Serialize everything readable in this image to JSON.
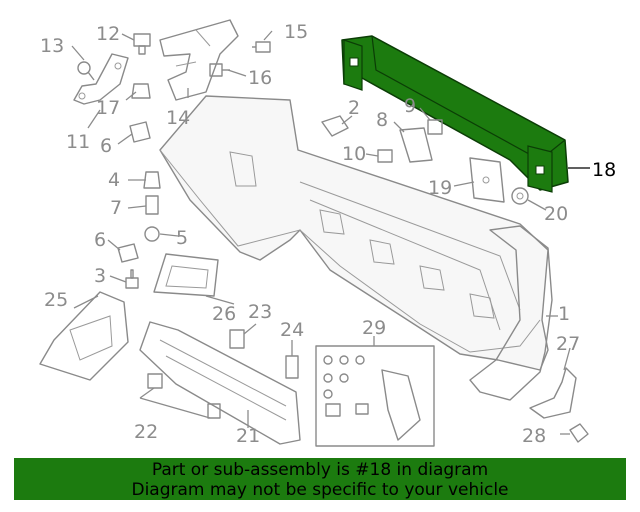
{
  "colors": {
    "highlight": "#1c7b0f",
    "banner": "#1c7b0f",
    "lines": "#8a8a8a",
    "highlight_label": "#000000"
  },
  "callouts": {
    "c1": "1",
    "c2": "2",
    "c3": "3",
    "c4": "4",
    "c5": "5",
    "c6a": "6",
    "c6b": "6",
    "c7": "7",
    "c8": "8",
    "c9": "9",
    "c10": "10",
    "c11": "11",
    "c12": "12",
    "c13": "13",
    "c14": "14",
    "c15": "15",
    "c16": "16",
    "c17": "17",
    "c18": "18",
    "c19": "19",
    "c20": "20",
    "c21": "21",
    "c22": "22",
    "c23": "23",
    "c24": "24",
    "c25": "25",
    "c26": "26",
    "c27": "27",
    "c28": "28",
    "c29": "29"
  },
  "highlighted_part": "18",
  "banner": {
    "line1": "Part or sub-assembly is #18 in diagram",
    "line2": "Diagram may not be specific to your vehicle"
  }
}
